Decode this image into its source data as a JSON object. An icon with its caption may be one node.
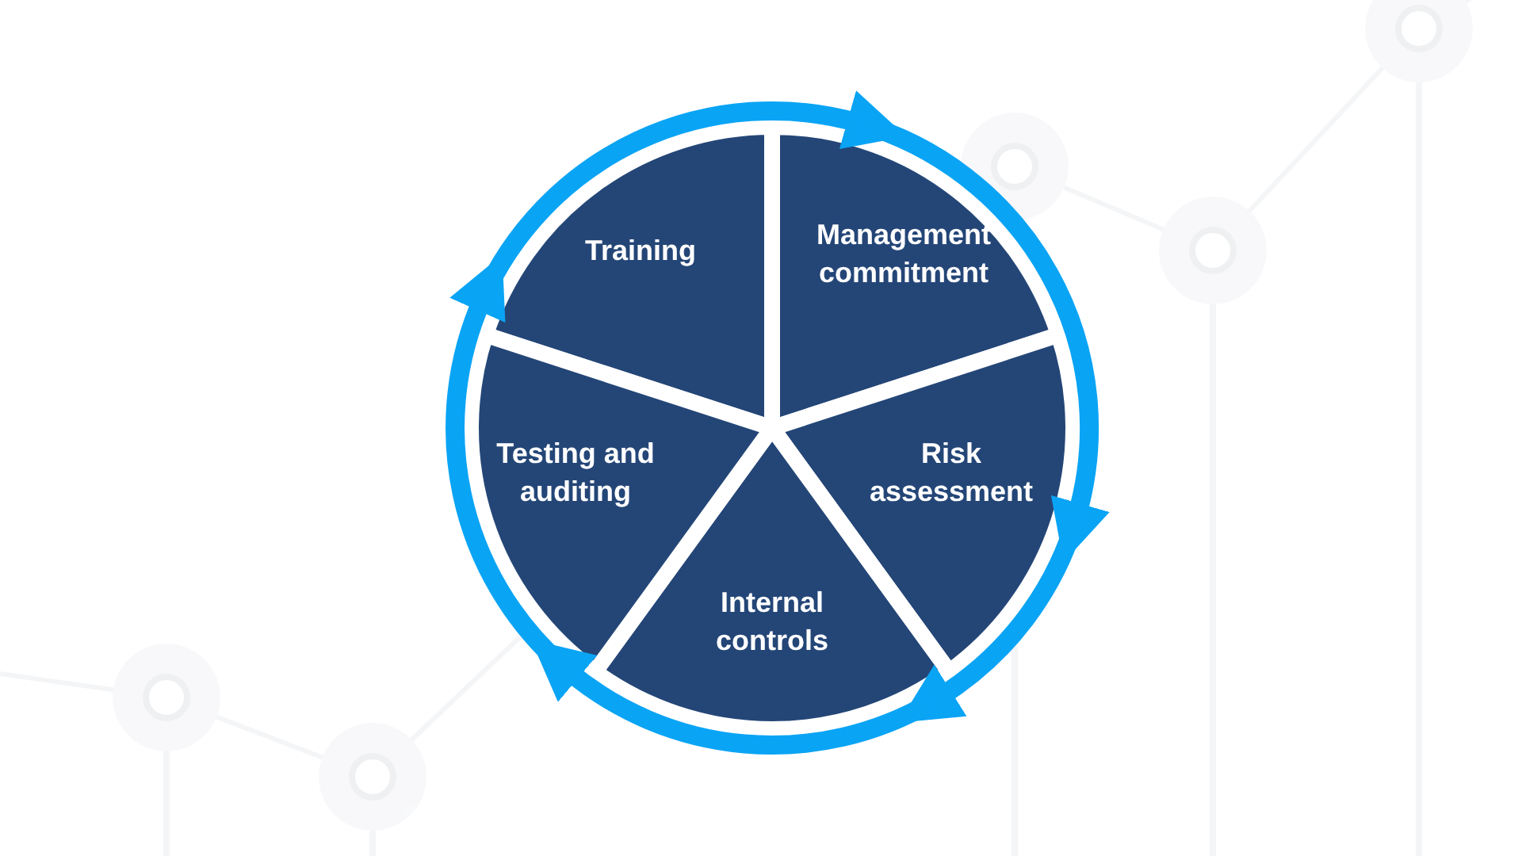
{
  "diagram": {
    "nodes": [
      {
        "text": [
          "Training"
        ]
      },
      {
        "text": [
          "Management commitment"
        ]
      },
      {
        "text": [
          "Risk assessment"
        ]
      },
      {
        "text": [
          "Internal controls"
        ]
      },
      {
        "text": [
          "Testing and auditing"
        ]
      }
    ],
    "edges": [
      {
        "from": 0,
        "to": 1,
        "arrow": "to"
      },
      {
        "from": 1,
        "to": 2,
        "arrow": "to"
      },
      {
        "from": 2,
        "to": 3,
        "arrow": "to"
      },
      {
        "from": 3,
        "to": 4,
        "arrow": "to"
      },
      {
        "from": 4,
        "to": 0,
        "arrow": "to"
      }
    ]
  }
}
